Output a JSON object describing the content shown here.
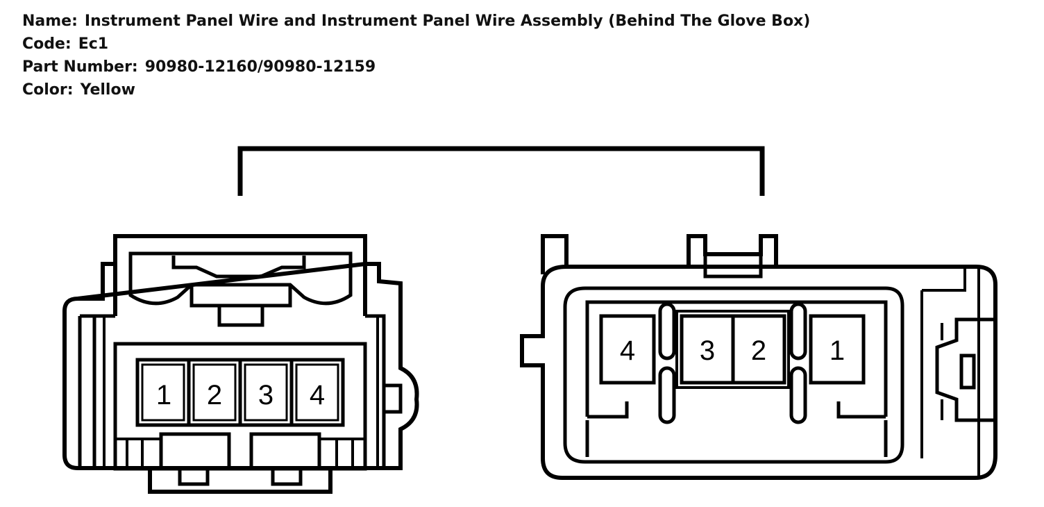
{
  "header": {
    "name_label": "Name:",
    "name_value": "Instrument Panel Wire and Instrument Panel Wire Assembly (Behind The Glove Box)",
    "code_label": "Code:",
    "code_value": "Ec1",
    "part_label": "Part Number:",
    "part_value": "90980-12160/90980-12159",
    "color_label": "Color:",
    "color_value": "Yellow"
  },
  "left_connector": {
    "pins": [
      "1",
      "2",
      "3",
      "4"
    ]
  },
  "right_connector": {
    "pins": [
      "4",
      "3",
      "2",
      "1"
    ]
  }
}
